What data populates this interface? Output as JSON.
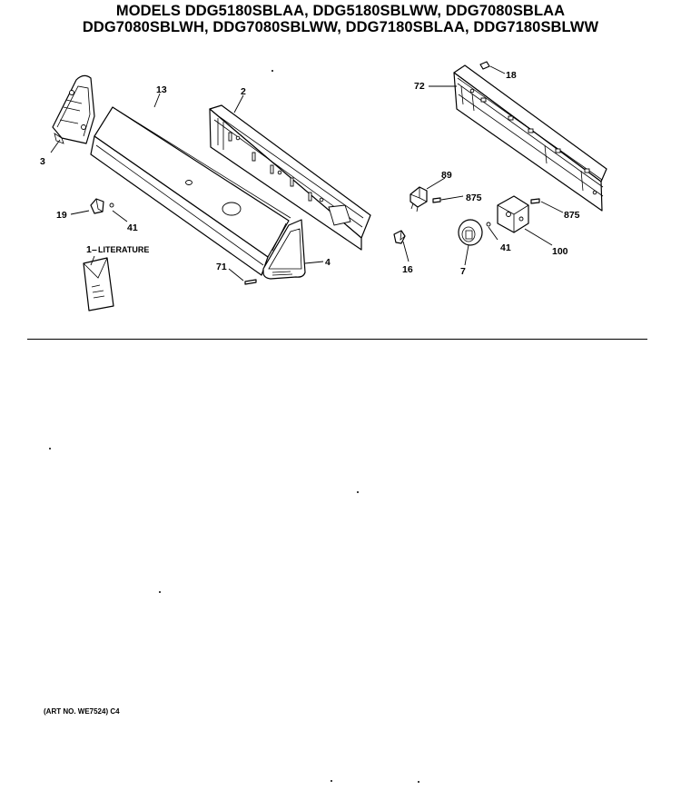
{
  "title": {
    "line1": "MODELS DDG5180SBLAA, DDG5180SBLWW, DDG7080SBLAA",
    "line2": "DDG7080SBLWH, DDG7080SBLWW, DDG7180SBLAA, DDG7180SBLWW"
  },
  "callouts": {
    "p3": "3",
    "p13": "13",
    "p2": "2",
    "p19": "19",
    "p41a": "41",
    "p1": "1",
    "literature": "LITERATURE",
    "p71": "71",
    "p4": "4",
    "p72": "72",
    "p18": "18",
    "p89": "89",
    "p875a": "875",
    "p875b": "875",
    "p16": "16",
    "p7": "7",
    "p41b": "41",
    "p100": "100"
  },
  "footer": {
    "art_no": "(ART NO. WE7524) C4"
  }
}
